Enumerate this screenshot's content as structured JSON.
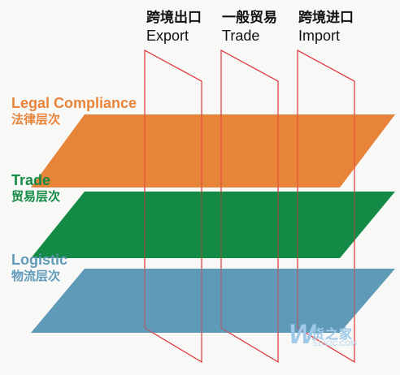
{
  "columns": [
    {
      "zh": "跨境出口",
      "en": "Export"
    },
    {
      "zh": "一般贸易",
      "en": "Trade"
    },
    {
      "zh": "跨境进口",
      "en": "Import"
    }
  ],
  "layers": [
    {
      "en": "Legal Compliance",
      "zh": "法律层次",
      "color": "#e8833a"
    },
    {
      "en": "Trade",
      "zh": "贸易层次",
      "color": "#138a45"
    },
    {
      "en": "Logistic",
      "zh": "物流层次",
      "color": "#5f9ab8"
    }
  ],
  "frame_color": "#e0353a",
  "watermark": {
    "mark": "W",
    "text": "货之家",
    "url": "51W2C.COM"
  }
}
